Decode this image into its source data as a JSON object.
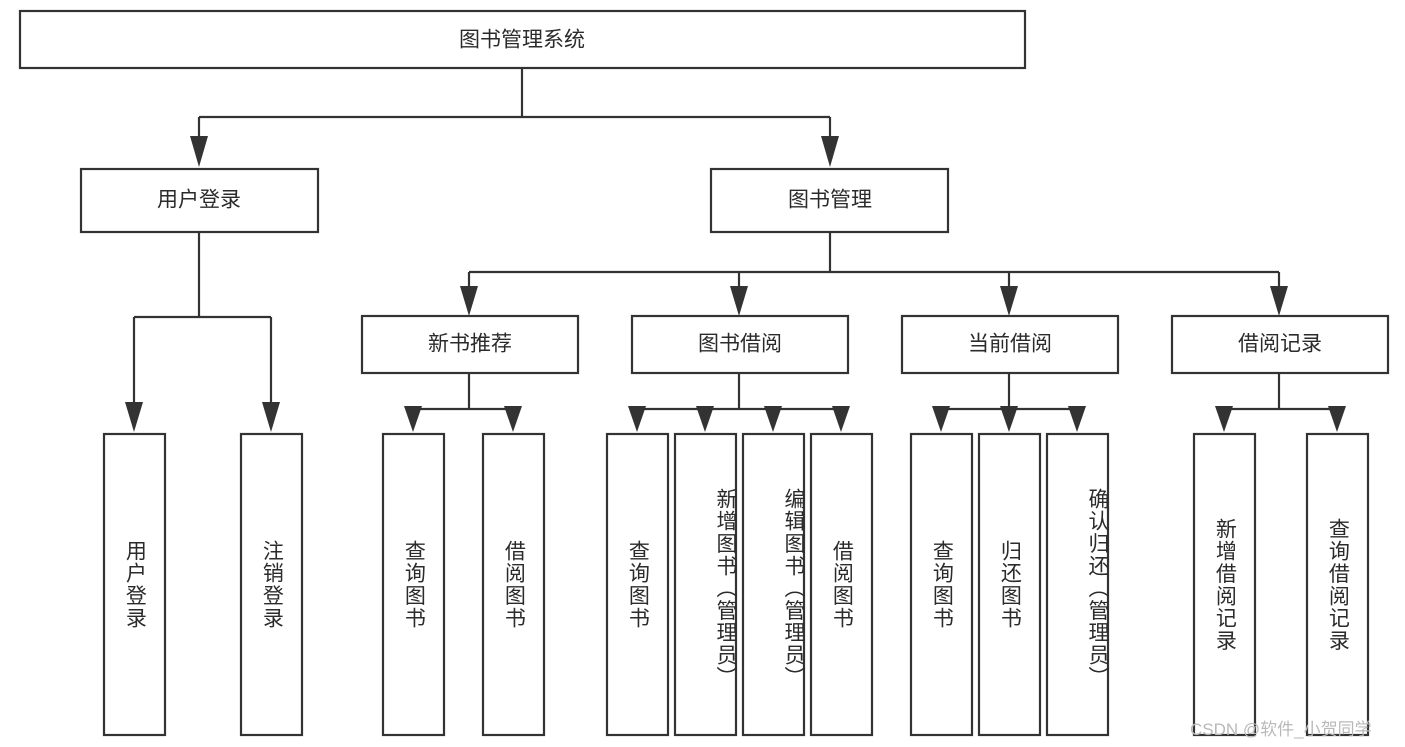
{
  "diagram": {
    "title": "图书管理系统",
    "type": "tree-hierarchy-diagram",
    "colors": {
      "stroke": "#333333",
      "fill": "#ffffff",
      "text": "#2b2b2b",
      "watermark": "#b9b9b9",
      "background": "#ffffff"
    },
    "levels": {
      "root": {
        "label": "图书管理系统"
      },
      "level2": [
        {
          "label": "用户登录"
        },
        {
          "label": "图书管理"
        }
      ],
      "level3": [
        {
          "label": "新书推荐"
        },
        {
          "label": "图书借阅"
        },
        {
          "label": "当前借阅"
        },
        {
          "label": "借阅记录"
        }
      ],
      "leaves": {
        "user_login": [
          {
            "label": "用户登录"
          },
          {
            "label": "注销登录"
          }
        ],
        "new_book_recommend": [
          {
            "label": "查询图书"
          },
          {
            "label": "借阅图书"
          }
        ],
        "book_borrow": [
          {
            "label": "查询图书"
          },
          {
            "label": "新增图书（管理员）"
          },
          {
            "label": "编辑图书（管理员）"
          },
          {
            "label": "借阅图书"
          }
        ],
        "current_borrow": [
          {
            "label": "查询图书"
          },
          {
            "label": "归还图书"
          },
          {
            "label": "确认归还（管理员）"
          }
        ],
        "borrow_record": [
          {
            "label": "新增借阅记录"
          },
          {
            "label": "查询借阅记录"
          }
        ]
      }
    },
    "watermark": "CSDN @软件_小贺同学"
  }
}
